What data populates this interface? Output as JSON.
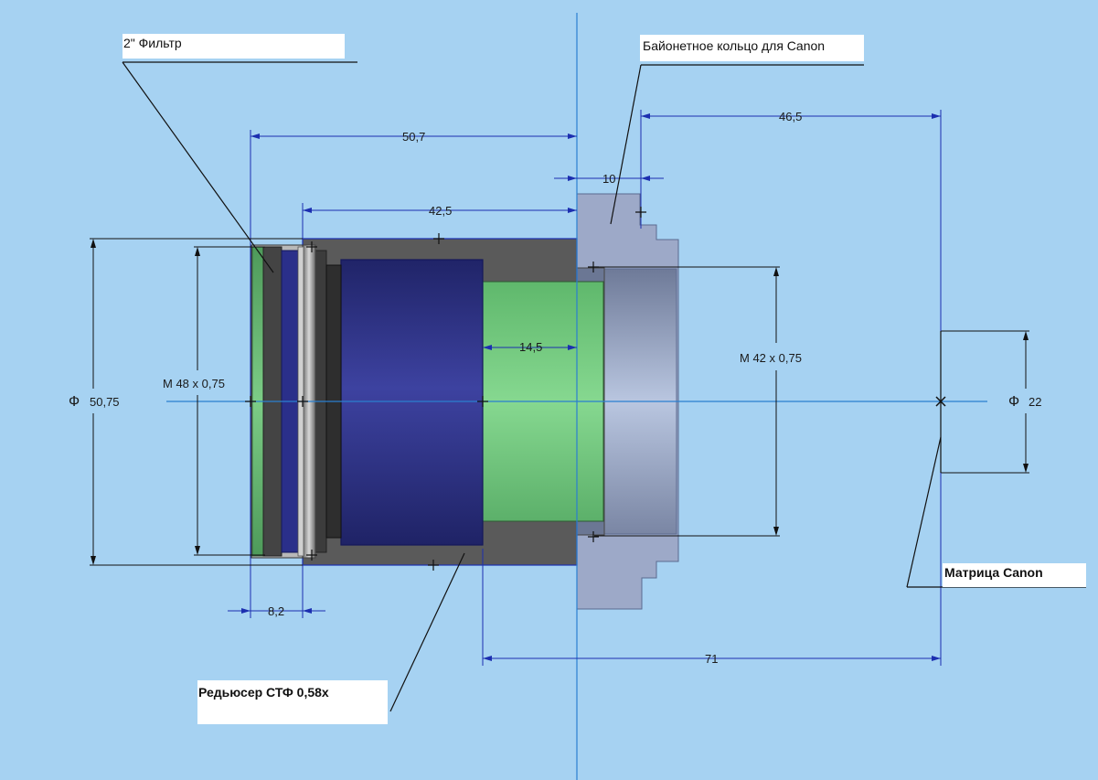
{
  "callouts": {
    "filter": "2\" Фильтр",
    "bayonet": "Байонетное кольцо для Canon",
    "reducer": "Редьюсер СТФ  0,58х",
    "sensor": "Матрица  Canon"
  },
  "dimensions": {
    "d50_7": "50,7",
    "d42_5": "42,5",
    "d10": "10",
    "d46_5": "46,5",
    "d14_5": "14,5",
    "d8_2": "8,2",
    "d71": "71",
    "diam_sym_left": "Ф",
    "d50_75": "50,75",
    "thread_m48": "М  48  х 0,75",
    "thread_m42": "М  42  х 0,75",
    "diam_sym_right": "Ф",
    "d22": "22"
  },
  "colors": {
    "background": "#a6d2f2",
    "dimension_line": "#1c2fb0",
    "axis_line": "#2a7fd0",
    "housing_dark": "#5a5a5a",
    "lens_blue": "#2b2f8c",
    "glass_green": "#7ecf86",
    "bayonet_grey": "#9ca8c8"
  }
}
